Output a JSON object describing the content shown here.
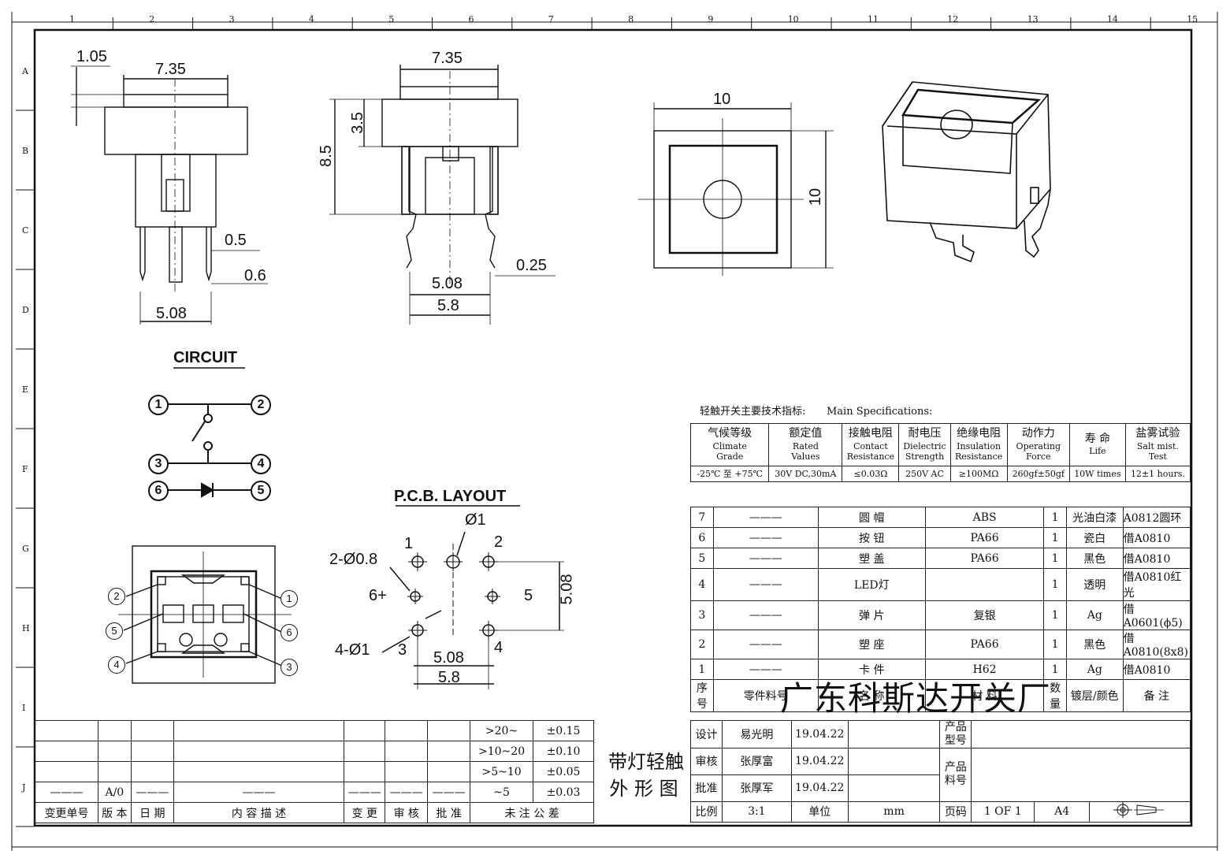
{
  "column_ticks": [
    "1",
    "2",
    "3",
    "4",
    "5",
    "6",
    "7",
    "8",
    "9",
    "10",
    "11",
    "12",
    "13",
    "14",
    "15"
  ],
  "row_ticks": [
    "A",
    "B",
    "C",
    "D",
    "E",
    "F",
    "G",
    "H",
    "I",
    "J"
  ],
  "side_view": {
    "top_left_dim": "1.05",
    "cap_width": "7.35",
    "pin_dim_a": "0.5",
    "pin_dim_b": "0.6",
    "pin_pitch": "5.08"
  },
  "front_view": {
    "cap_width": "7.35",
    "cap_height": "3.5",
    "total_height": "8.5",
    "pin_thickness": "0.25",
    "inner_pitch": "5.08",
    "outer_pitch": "5.8"
  },
  "top_view": {
    "width": "10",
    "height": "10"
  },
  "circuit": {
    "title": "CIRCUIT",
    "pins": [
      "1",
      "2",
      "3",
      "4",
      "6",
      "5"
    ]
  },
  "pcb": {
    "title": "P.C.B. LAYOUT",
    "hole_center": "Ø1",
    "hole_small": "2-Ø0.8",
    "hole_large": "4-Ø1",
    "pitch_v": "5.08",
    "pitch_inner": "5.08",
    "pitch_outer": "5.8",
    "pin_labels": [
      "1",
      "2",
      "3",
      "4",
      "5",
      "6+"
    ]
  },
  "bottom_view": {
    "pins": [
      "2",
      "1",
      "5",
      "6",
      "4",
      "3"
    ]
  },
  "specs": {
    "heading_cn": "轻触开关主要技术指标:",
    "heading_en": "Main Specifications:",
    "headers": [
      [
        "气候等级",
        "Climate",
        "Grade"
      ],
      [
        "额定值",
        "Rated",
        "Values"
      ],
      [
        "接触电阻",
        "Contact",
        "Resistance"
      ],
      [
        "耐电压",
        "Dielectric",
        "Strength"
      ],
      [
        "绝缘电阻",
        "Insulation",
        "Resistance"
      ],
      [
        "动作力",
        "Operating",
        "Force"
      ],
      [
        "寿 命",
        "Life",
        ""
      ],
      [
        "盐雾试验",
        "Salt mist.",
        "Test"
      ]
    ],
    "values": [
      "-25℃ 至 +75℃",
      "30V DC,30mA",
      "≤0.03Ω",
      "250V AC",
      "≥100MΩ",
      "260gf±50gf",
      "10W times",
      "12±1 hours."
    ]
  },
  "bom": {
    "rows": [
      [
        "7",
        "———",
        "圆  帽",
        "ABS",
        "1",
        "光油白漆",
        "A0812圆环"
      ],
      [
        "6",
        "———",
        "按  钮",
        "PA66",
        "1",
        "瓷白",
        "借A0810"
      ],
      [
        "5",
        "———",
        "塑  盖",
        "PA66",
        "1",
        "黑色",
        "借A0810"
      ],
      [
        "4",
        "———",
        "LED灯",
        "",
        "1",
        "透明",
        "借A0810红光"
      ],
      [
        "3",
        "———",
        "弹  片",
        "复银",
        "1",
        "Ag",
        "借A0601(ϕ5)"
      ],
      [
        "2",
        "———",
        "塑  座",
        "PA66",
        "1",
        "黑色",
        "借A0810(8x8)"
      ],
      [
        "1",
        "———",
        "卡  件",
        "H62",
        "1",
        "Ag",
        "借A0810"
      ]
    ],
    "header": [
      "序号",
      "零件料号",
      "名  称",
      "材  料",
      "数量",
      "镀层/颜色",
      "备  注"
    ]
  },
  "company": "广东科斯达开关厂",
  "revision": {
    "tolerances": [
      [
        ">20~",
        "±0.15"
      ],
      [
        ">10~20",
        "±0.10"
      ],
      [
        ">5~10",
        "±0.05"
      ],
      [
        "~5",
        "±0.03"
      ]
    ],
    "version": "A/0",
    "header": [
      "变更单号",
      "版 本",
      "日 期",
      "内 容 描 述",
      "变 更",
      "审 核",
      "批 准",
      "未 注 公 差"
    ]
  },
  "title_block": {
    "drawing_title": [
      "带灯轻触",
      "外 形 图"
    ],
    "design_label": "设计",
    "design_name": "易光明",
    "design_date": "19.04.22",
    "review_label": "审核",
    "review_name": "张厚富",
    "review_date": "19.04.22",
    "approve_label": "批准",
    "approve_name": "张厚军",
    "approve_date": "19.04.22",
    "product_model_label": "产品\n型号",
    "product_no_label": "产品\n料号",
    "scale_label": "比例",
    "scale": "3:1",
    "unit_label": "单位",
    "unit": "mm",
    "page_label": "页码",
    "page": "1 OF 1",
    "size": "A4"
  }
}
